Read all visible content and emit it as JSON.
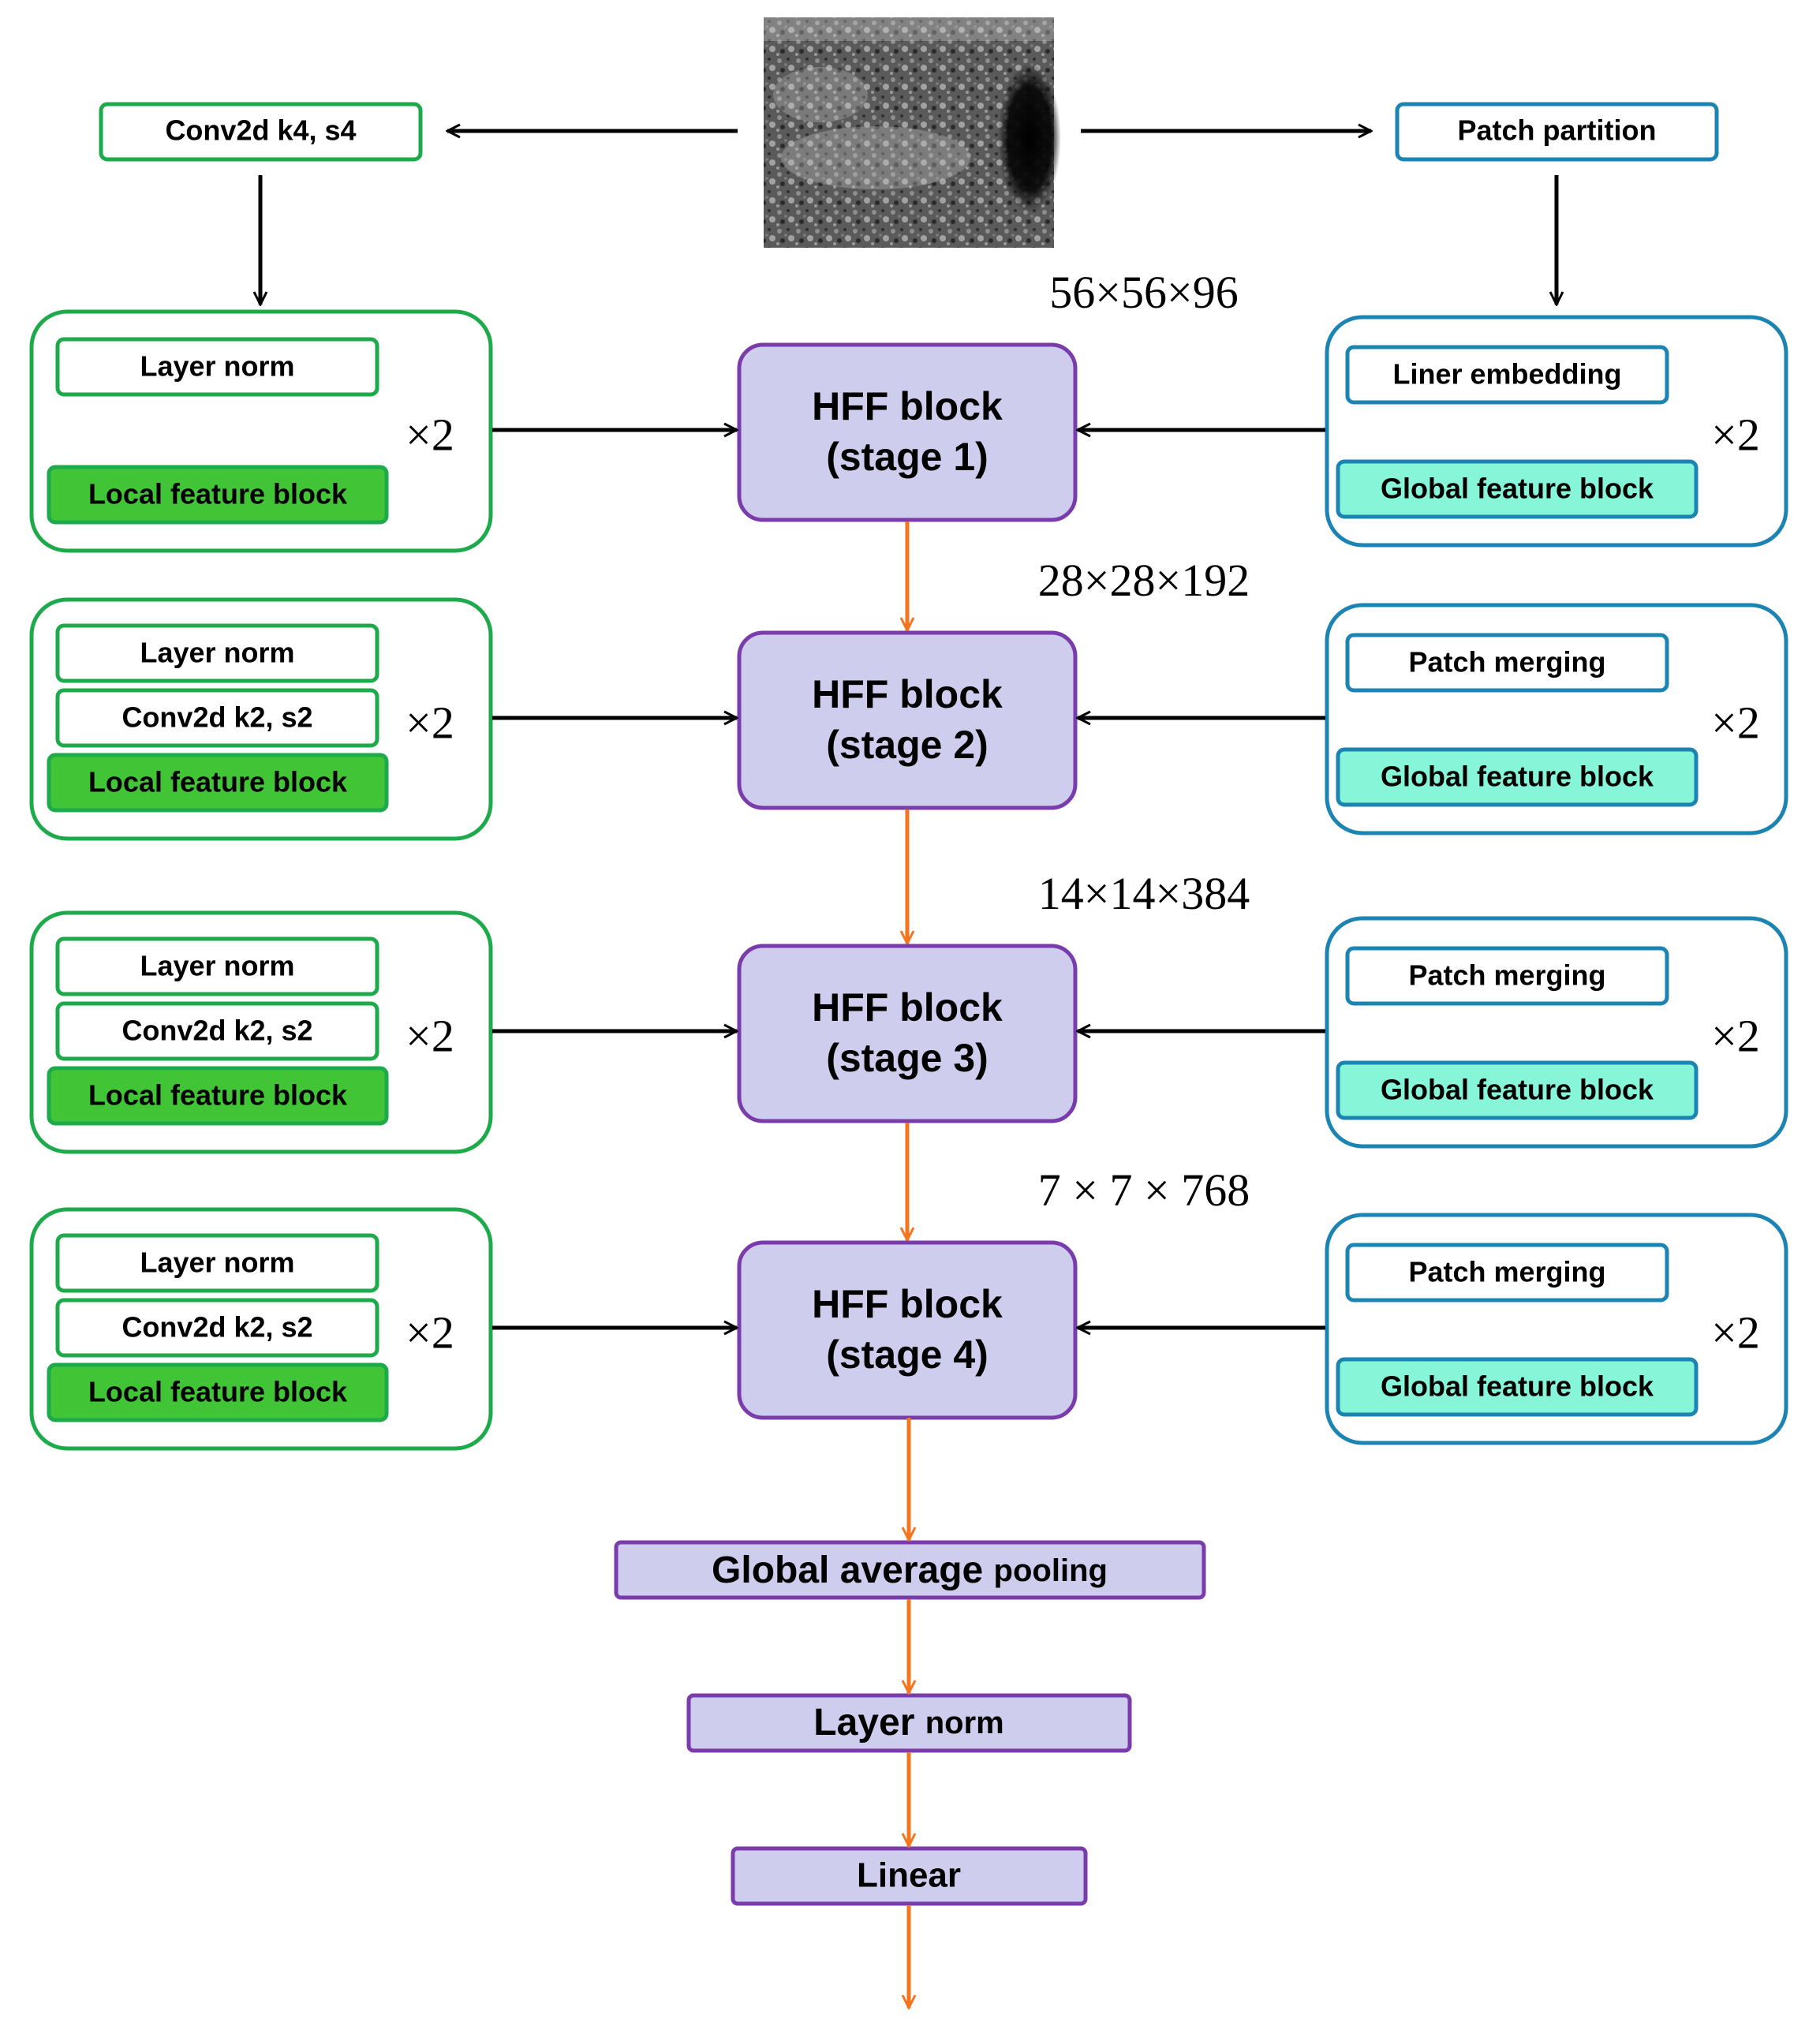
{
  "colors": {
    "local": "#1daa4b",
    "local_fill": "#42c437",
    "global": "#1c84b3",
    "global_fill": "#86f5d8",
    "hff": "#7a3bab",
    "hff_fill": "#cfcdee",
    "flow": "#f4741f",
    "arrow": "#000000"
  },
  "input": {
    "left_label": "Conv2d k4, s4",
    "right_label": "Patch partition"
  },
  "stages": [
    {
      "dims": "56×56×96",
      "hff": [
        "HFF block",
        "(stage 1)"
      ],
      "local": [
        "Layer norm",
        "Local feature block"
      ],
      "global": [
        "Liner embedding",
        "Global feature block"
      ],
      "repeat_left": "×2",
      "repeat_right": "×2"
    },
    {
      "dims": "28×28×192",
      "hff": [
        "HFF block",
        "(stage 2)"
      ],
      "local": [
        "Layer norm",
        "Conv2d k2, s2",
        "Local feature block"
      ],
      "global": [
        "Patch merging",
        "Global feature block"
      ],
      "repeat_left": "×2",
      "repeat_right": "×2"
    },
    {
      "dims": "14×14×384",
      "hff": [
        "HFF block",
        "(stage 3)"
      ],
      "local": [
        "Layer norm",
        "Conv2d k2, s2",
        "Local feature block"
      ],
      "global": [
        "Patch merging",
        "Global feature block"
      ],
      "repeat_left": "×2",
      "repeat_right": "×2"
    },
    {
      "dims": "7 × 7 × 768",
      "hff": [
        "HFF block",
        "(stage 4)"
      ],
      "local": [
        "Layer norm",
        "Conv2d k2, s2",
        "Local feature block"
      ],
      "global": [
        "Patch merging",
        "Global feature block"
      ],
      "repeat_left": "×2",
      "repeat_right": "×2"
    }
  ],
  "head": {
    "gap_big": "Global average ",
    "gap_small": "pooling",
    "ln_big": "Layer ",
    "ln_small": "norm",
    "linear": "Linear"
  }
}
